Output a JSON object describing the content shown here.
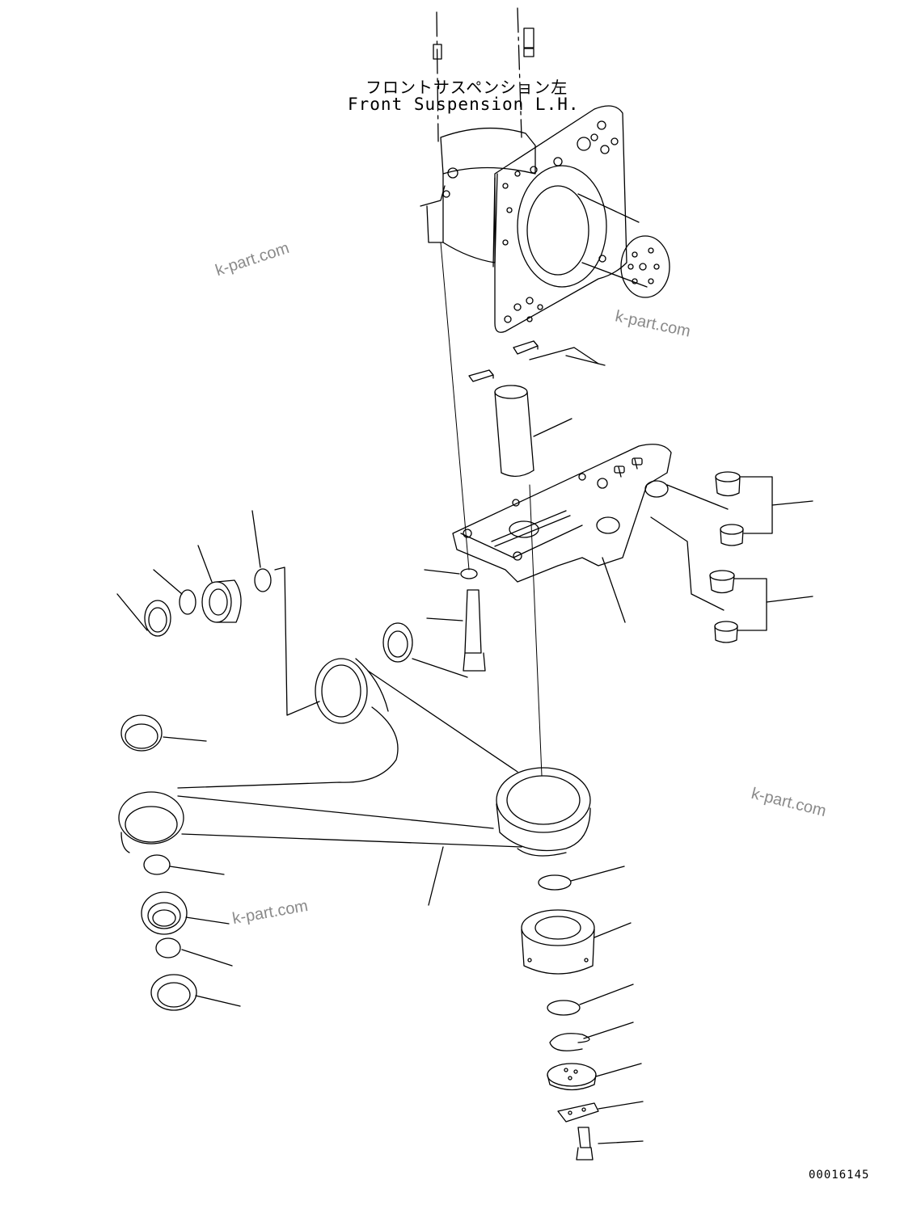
{
  "title": {
    "japanese": "フロントサスペンション左",
    "english": "Front Suspension L.H."
  },
  "watermarks": [
    "k-part.com",
    "k-part.com",
    "k-part.com",
    "k-part.com"
  ],
  "document_number": "00016145",
  "colors": {
    "line": "#000000",
    "watermark": "#8a8a8a",
    "background": "#ffffff"
  }
}
